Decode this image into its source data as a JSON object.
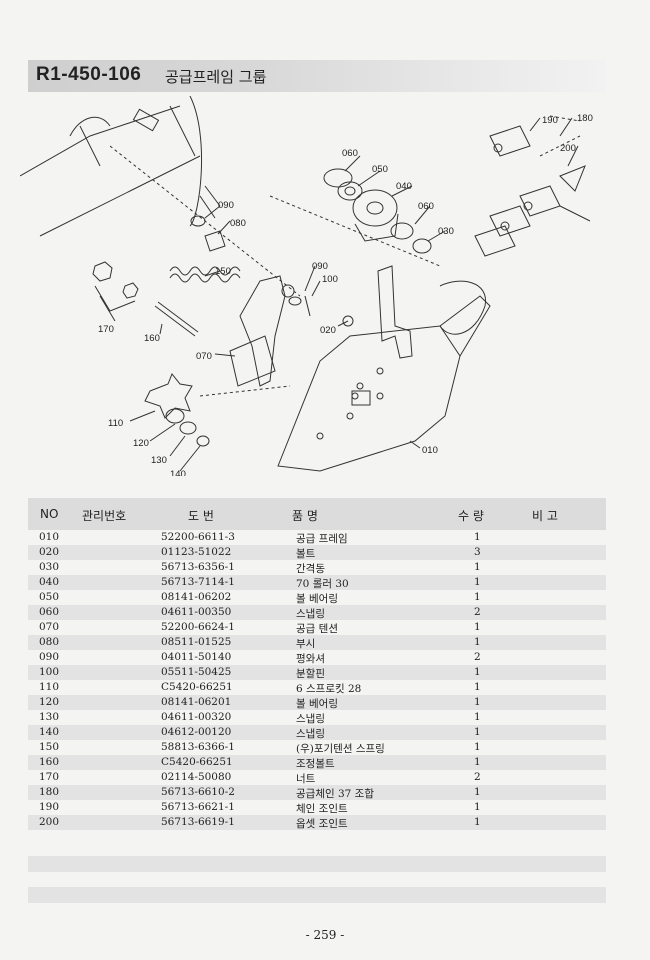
{
  "header": {
    "code": "R1-450-106",
    "name": "공급프레임 그룹"
  },
  "callouts": [
    "190",
    "180",
    "200",
    "060",
    "050",
    "040",
    "060",
    "030",
    "090",
    "080",
    "150",
    "090",
    "100",
    "020",
    "170",
    "160",
    "070",
    "110",
    "120",
    "130",
    "140",
    "010"
  ],
  "table": {
    "headers": [
      "NO",
      "관리번호",
      "도   번",
      "품   명",
      "수 량",
      "비   고"
    ],
    "rows": [
      {
        "no": "010",
        "dwg": "52200-6611-3",
        "name": "공급 프레임",
        "qty": "1"
      },
      {
        "no": "020",
        "dwg": "01123-51022",
        "name": "볼트",
        "qty": "3"
      },
      {
        "no": "030",
        "dwg": "56713-6356-1",
        "name": "간격동",
        "qty": "1"
      },
      {
        "no": "040",
        "dwg": "56713-7114-1",
        "name": "70 롤러 30",
        "qty": "1"
      },
      {
        "no": "050",
        "dwg": "08141-06202",
        "name": "볼 베어링",
        "qty": "1"
      },
      {
        "no": "060",
        "dwg": "04611-00350",
        "name": "스냅링",
        "qty": "2"
      },
      {
        "no": "070",
        "dwg": "52200-6624-1",
        "name": "공급 텐션",
        "qty": "1"
      },
      {
        "no": "080",
        "dwg": "08511-01525",
        "name": "부시",
        "qty": "1"
      },
      {
        "no": "090",
        "dwg": "04011-50140",
        "name": "평와셔",
        "qty": "2"
      },
      {
        "no": "100",
        "dwg": "05511-50425",
        "name": "분할핀",
        "qty": "1"
      },
      {
        "no": "110",
        "dwg": "C5420-66251",
        "name": "6 스프로킷 28",
        "qty": "1"
      },
      {
        "no": "120",
        "dwg": "08141-06201",
        "name": "볼 베어링",
        "qty": "1"
      },
      {
        "no": "130",
        "dwg": "04611-00320",
        "name": "스냅링",
        "qty": "1"
      },
      {
        "no": "140",
        "dwg": "04612-00120",
        "name": "스냅링",
        "qty": "1"
      },
      {
        "no": "150",
        "dwg": "58813-6366-1",
        "name": "(우)포기텐션 스프링",
        "qty": "1"
      },
      {
        "no": "160",
        "dwg": "C5420-66251",
        "name": "조정볼트",
        "qty": "1"
      },
      {
        "no": "170",
        "dwg": "02114-50080",
        "name": "너트",
        "qty": "2"
      },
      {
        "no": "180",
        "dwg": "56713-6610-2",
        "name": "공급체인 37 조합",
        "qty": "1"
      },
      {
        "no": "190",
        "dwg": "56713-6621-1",
        "name": "체인 조인트",
        "qty": "1"
      },
      {
        "no": "200",
        "dwg": "56713-6619-1",
        "name": "옵셋 조인트",
        "qty": "1"
      }
    ]
  },
  "footer": {
    "page": "- 259 -"
  }
}
